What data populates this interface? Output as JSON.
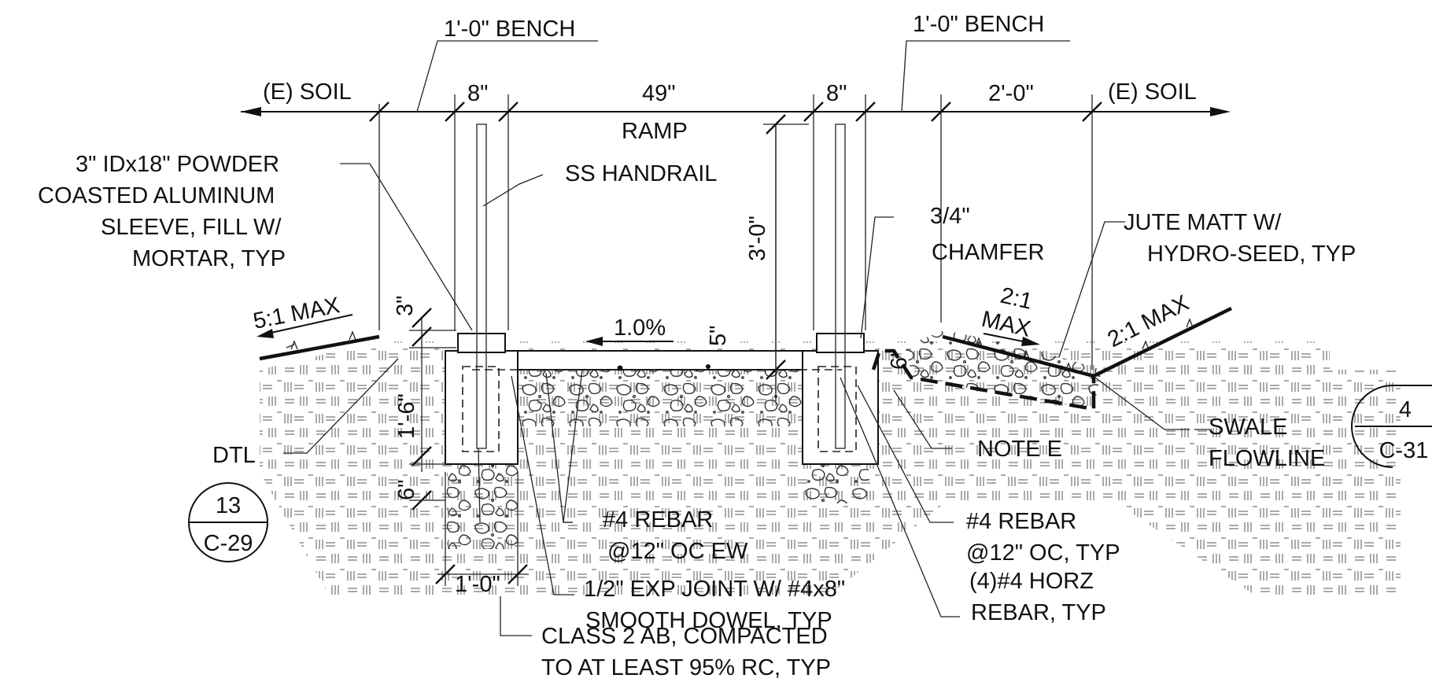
{
  "labels": {
    "bench_left": "1'-0\" BENCH",
    "bench_right": "1'-0\" BENCH",
    "soil_left": "(E) SOIL",
    "soil_right": "(E) SOIL",
    "dim_8_left": "8\"",
    "dim_49": "49\"",
    "dim_8_right": "8\"",
    "dim_2_0": "2'-0\"",
    "ramp": "RAMP",
    "sleeve": [
      "3\" IDx18\" POWDER",
      "COASTED ALUMINUM",
      "SLEEVE, FILL W/",
      "MORTAR, TYP"
    ],
    "handrail": "SS HANDRAIL",
    "dim_3_0": "3'-0\"",
    "chamfer": [
      "3/4\"",
      "CHAMFER"
    ],
    "jute": [
      "JUTE MATT W/",
      "HYDRO-SEED, TYP"
    ],
    "slope_5_1": "5:1 MAX",
    "dim_3in": "3\"",
    "slope_1pct": "1.0%",
    "dim_5in": "5\"",
    "dim_6in_right": "6\"",
    "slope_2_1_top": "2:1",
    "slope_2_1_max": "MAX",
    "slope_2_1_right": "2:1 MAX",
    "dim_1_6": "1'-6\"",
    "dim_6in_left": "6\"",
    "dtl": "DTL",
    "callout_left_num": "13",
    "callout_left_sheet": "C-29",
    "callout_right_num": "4",
    "callout_right_sheet": "C-31",
    "swale": [
      "SWALE",
      "FLOWLINE"
    ],
    "note_e": "NOTE E",
    "rebar_ew": [
      "#4 REBAR",
      "@12\" OC EW"
    ],
    "rebar_oc": [
      "#4 REBAR",
      "@12\" OC, TYP"
    ],
    "dim_1_0": "1'-0\"",
    "exp_joint": [
      "1/2\" EXP JOINT W/ #4x8\"",
      "SMOOTH DOWEL, TYP"
    ],
    "horz_rebar": [
      "(4)#4 HORZ",
      "REBAR, TYP"
    ],
    "class2": [
      "CLASS 2 AB, COMPACTED",
      "TO AT LEAST 95% RC, TYP"
    ]
  }
}
